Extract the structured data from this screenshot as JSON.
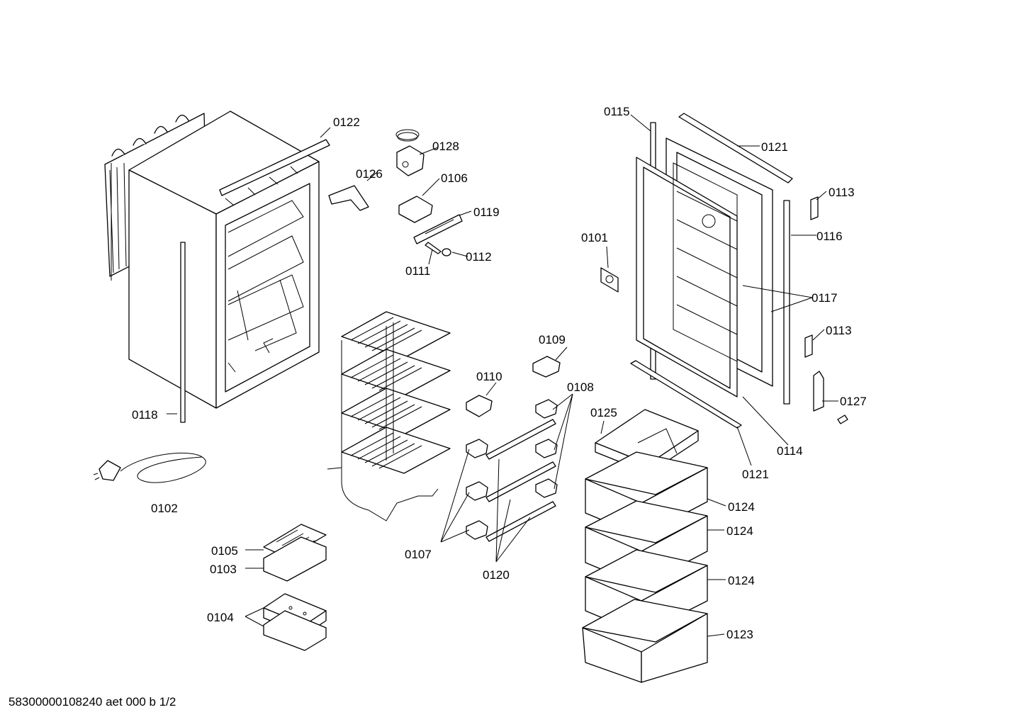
{
  "labels": {
    "p0101": "0101",
    "p0102": "0102",
    "p0103": "0103",
    "p0104": "0104",
    "p0105": "0105",
    "p0106": "0106",
    "p0107": "0107",
    "p0108": "0108",
    "p0109": "0109",
    "p0110": "0110",
    "p0111": "0111",
    "p0112": "0112",
    "p0113a": "0113",
    "p0113b": "0113",
    "p0114": "0114",
    "p0115": "0115",
    "p0116": "0116",
    "p0117": "0117",
    "p0118": "0118",
    "p0119": "0119",
    "p0120": "0120",
    "p0121a": "0121",
    "p0121b": "0121",
    "p0122": "0122",
    "p0123": "0123",
    "p0124a": "0124",
    "p0124b": "0124",
    "p0124c": "0124",
    "p0125": "0125",
    "p0126": "0126",
    "p0127": "0127",
    "p0128": "0128"
  },
  "footer": "58300000108240 aet 000 b 1/2"
}
